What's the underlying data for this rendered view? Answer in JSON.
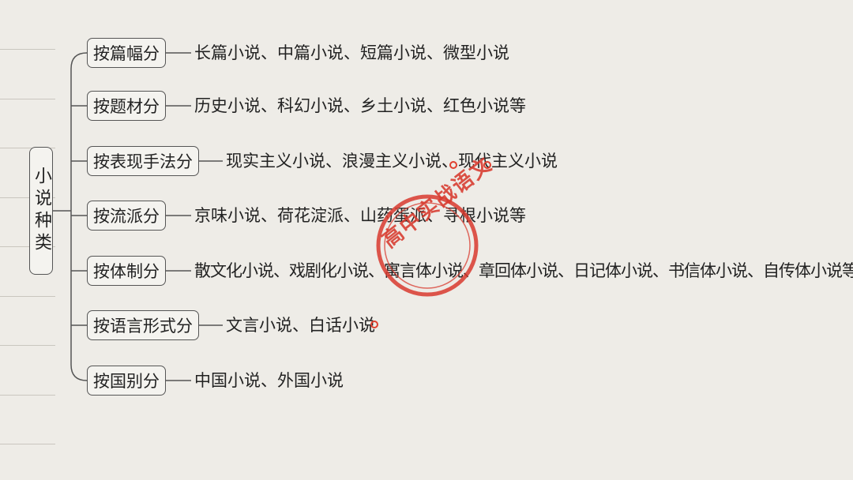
{
  "root": {
    "label": "小说种类"
  },
  "categories": [
    {
      "label": "按篇幅分",
      "items": "长篇小说、中篇小说、短篇小说、微型小说"
    },
    {
      "label": "按题材分",
      "items": "历史小说、科幻小说、乡土小说、红色小说等"
    },
    {
      "label": "按表现手法分",
      "items": "现实主义小说、浪漫主义小说、现代主义小说"
    },
    {
      "label": "按流派分",
      "items": "京味小说、荷花淀派、山药蛋派、寻根小说等"
    },
    {
      "label": "按体制分",
      "items": "散文化小说、戏剧化小说、寓言体小说、章回体小说、日记体小说、书信体小说、自传体小说等"
    },
    {
      "label": "按语言形式分",
      "items": "文言小说、白话小说"
    },
    {
      "label": "按国别分",
      "items": "中国小说、外国小说"
    }
  ],
  "stamp": {
    "text": "高中实战语文",
    "color": "#d83a2e"
  },
  "colors": {
    "background": "#eeece7",
    "box_border": "#555555",
    "box_fill": "#f4f3ef"
  }
}
